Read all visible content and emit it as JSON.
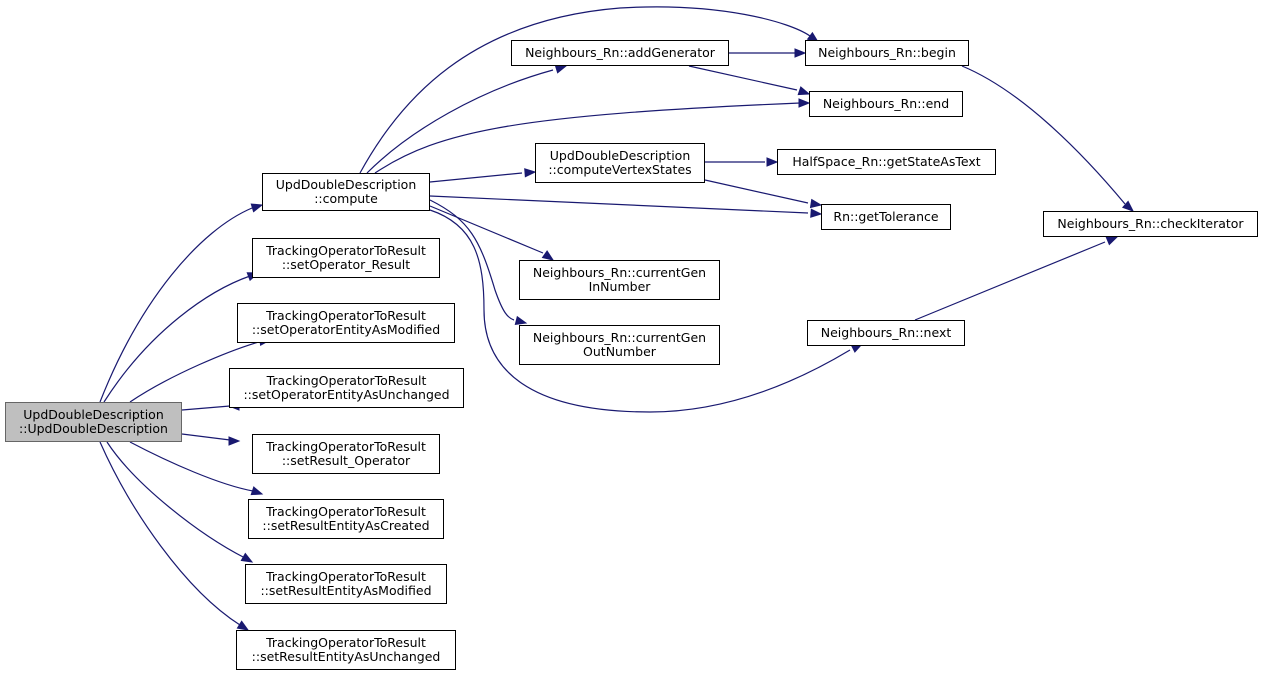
{
  "graph": {
    "edge_color": "#191970",
    "current_fill": "#bfbfbf",
    "node_fill": "#ffffff",
    "nodes": {
      "root": {
        "lines": [
          "UpdDoubleDescription",
          "::UpdDoubleDescription"
        ]
      },
      "compute": {
        "lines": [
          "UpdDoubleDescription",
          "::compute"
        ]
      },
      "setOperator_Result": {
        "lines": [
          "TrackingOperatorToResult",
          "::setOperator_Result"
        ]
      },
      "setOperatorEntityAsModified": {
        "lines": [
          "TrackingOperatorToResult",
          "::setOperatorEntityAsModified"
        ]
      },
      "setOperatorEntityAsUnchanged": {
        "lines": [
          "TrackingOperatorToResult",
          "::setOperatorEntityAsUnchanged"
        ]
      },
      "setResult_Operator": {
        "lines": [
          "TrackingOperatorToResult",
          "::setResult_Operator"
        ]
      },
      "setResultEntityAsCreated": {
        "lines": [
          "TrackingOperatorToResult",
          "::setResultEntityAsCreated"
        ]
      },
      "setResultEntityAsModified": {
        "lines": [
          "TrackingOperatorToResult",
          "::setResultEntityAsModified"
        ]
      },
      "setResultEntityAsUnchanged": {
        "lines": [
          "TrackingOperatorToResult",
          "::setResultEntityAsUnchanged"
        ]
      },
      "addGenerator": {
        "lines": [
          "Neighbours_Rn::addGenerator"
        ]
      },
      "computeVertexStates": {
        "lines": [
          "UpdDoubleDescription",
          "::computeVertexStates"
        ]
      },
      "currentGenInNumber": {
        "lines": [
          "Neighbours_Rn::currentGen",
          "InNumber"
        ]
      },
      "currentGenOutNumber": {
        "lines": [
          "Neighbours_Rn::currentGen",
          "OutNumber"
        ]
      },
      "begin": {
        "lines": [
          "Neighbours_Rn::begin"
        ]
      },
      "end": {
        "lines": [
          "Neighbours_Rn::end"
        ]
      },
      "getStateAsText": {
        "lines": [
          "HalfSpace_Rn::getStateAsText"
        ]
      },
      "getTolerance": {
        "lines": [
          "Rn::getTolerance"
        ]
      },
      "next": {
        "lines": [
          "Neighbours_Rn::next"
        ]
      },
      "checkIterator": {
        "lines": [
          "Neighbours_Rn::checkIterator"
        ]
      }
    }
  }
}
